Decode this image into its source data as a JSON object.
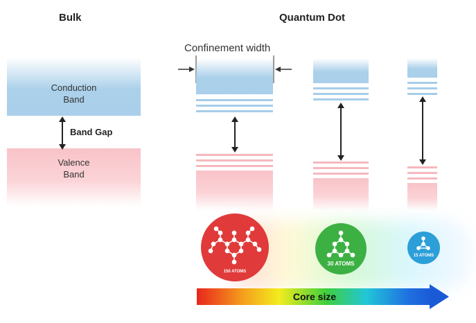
{
  "headings": {
    "bulk": "Bulk",
    "quantum_dot": "Quantum Dot"
  },
  "bulk": {
    "conduction_label": "Conduction\nBand",
    "valence_label": "Valence\nBand",
    "gap_label": "Band Gap"
  },
  "confinement_label": "Confinement width",
  "dots": [
    {
      "atoms_label": "150 ATOMS",
      "color": "#e03a3a"
    },
    {
      "atoms_label": "30 ATOMS",
      "color": "#3cb043"
    },
    {
      "atoms_label": "15 ATOMS",
      "color": "#2c9fd9"
    }
  ],
  "core_size_label": "Core size",
  "colors": {
    "conduction": "#aad0ea",
    "valence": "#f8c3c8",
    "arrow": "#222222"
  }
}
